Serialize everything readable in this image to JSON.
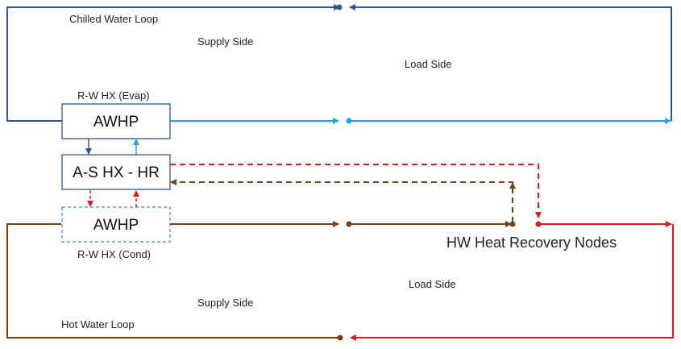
{
  "colors": {
    "chilled_supply": "#2F5597",
    "chilled_load": "#1CA7E0",
    "hot_water": "#7B3F12",
    "heat_recovery": "#E31A1A",
    "box_border": "#2F5597",
    "box_border_dashed": "#4A7FB8"
  },
  "labels": {
    "chilled_water_loop": "Chilled Water Loop",
    "supply_side_top": "Supply Side",
    "load_side_top": "Load Side",
    "evap_hx": "R-W HX (Evap)",
    "cond_hx": "R-W HX (Cond)",
    "hw_heat_recovery_nodes": "HW Heat Recovery Nodes",
    "load_side_bottom": "Load Side",
    "supply_side_bottom": "Supply Side",
    "hot_water_loop": "Hot Water Loop"
  },
  "boxes": {
    "awhp_top": "AWHP",
    "as_hx_hr": "A-S HX - HR",
    "awhp_bottom": "AWHP"
  }
}
